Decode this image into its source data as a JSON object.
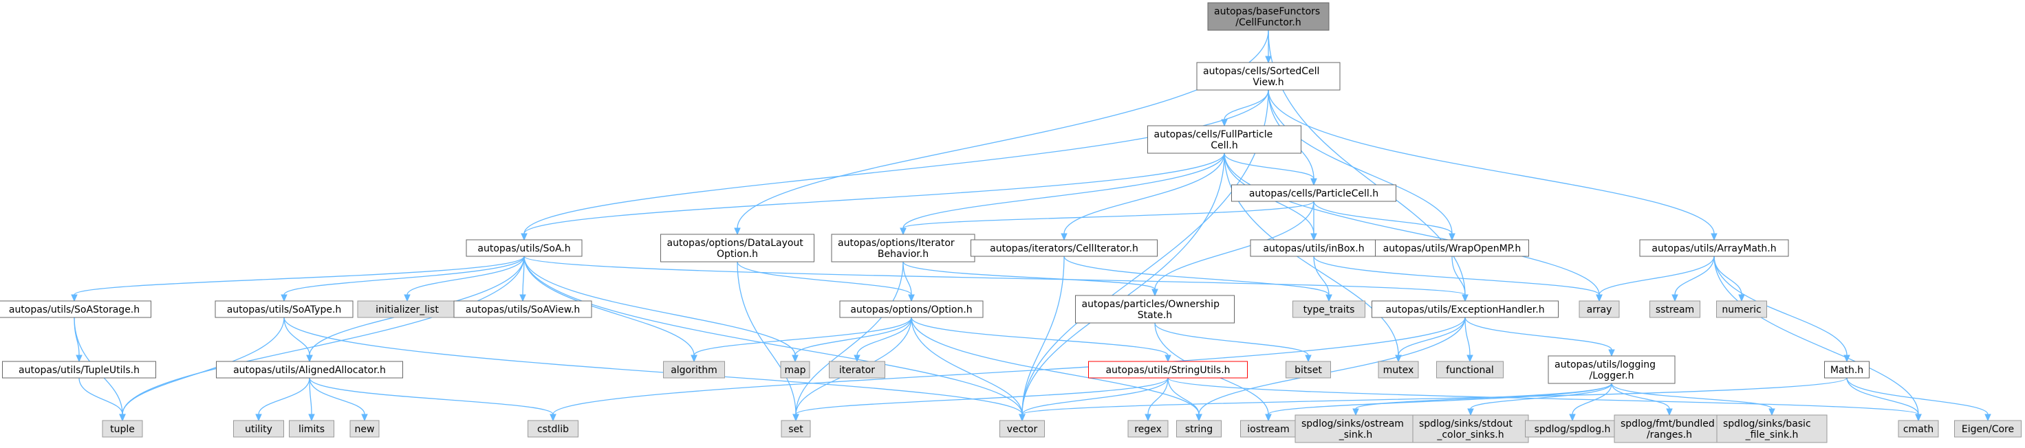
{
  "colors": {
    "edge": "#63b8ff",
    "focus_fill": "#999999",
    "focus_border": "#666666",
    "file_fill": "#ffffff",
    "file_border": "#666666",
    "system_fill": "#e0e0e0",
    "system_border": "#999999",
    "incomplete_border": "#ff0000"
  },
  "nodes": [
    {
      "id": "CellFunctor",
      "lines": [
        "autopas/baseFunctors",
        "/CellFunctor.h"
      ],
      "kind": "focus"
    },
    {
      "id": "SortedCellView",
      "lines": [
        "autopas/cells/SortedCell",
        "View.h"
      ],
      "kind": "file"
    },
    {
      "id": "FullParticleCell",
      "lines": [
        "autopas/cells/FullParticle",
        "Cell.h"
      ],
      "kind": "file"
    },
    {
      "id": "ParticleCell",
      "lines": [
        "autopas/cells/ParticleCell.h"
      ],
      "kind": "file"
    },
    {
      "id": "DataLayoutOption",
      "lines": [
        "autopas/options/DataLayout",
        "Option.h"
      ],
      "kind": "file"
    },
    {
      "id": "SoA",
      "lines": [
        "autopas/utils/SoA.h"
      ],
      "kind": "file"
    },
    {
      "id": "IteratorBehavior",
      "lines": [
        "autopas/options/Iterator",
        "Behavior.h"
      ],
      "kind": "file"
    },
    {
      "id": "CellIterator",
      "lines": [
        "autopas/iterators/CellIterator.h"
      ],
      "kind": "file"
    },
    {
      "id": "inBox",
      "lines": [
        "autopas/utils/inBox.h"
      ],
      "kind": "file"
    },
    {
      "id": "WrapOpenMP",
      "lines": [
        "autopas/utils/WrapOpenMP.h"
      ],
      "kind": "file"
    },
    {
      "id": "ArrayMath",
      "lines": [
        "autopas/utils/ArrayMath.h"
      ],
      "kind": "file"
    },
    {
      "id": "SoAStorage",
      "lines": [
        "autopas/utils/SoAStorage.h"
      ],
      "kind": "file"
    },
    {
      "id": "SoAType",
      "lines": [
        "autopas/utils/SoAType.h"
      ],
      "kind": "file"
    },
    {
      "id": "initializer_list",
      "lines": [
        "initializer_list"
      ],
      "kind": "system"
    },
    {
      "id": "SoAView",
      "lines": [
        "autopas/utils/SoAView.h"
      ],
      "kind": "file"
    },
    {
      "id": "Option",
      "lines": [
        "autopas/options/Option.h"
      ],
      "kind": "file"
    },
    {
      "id": "OwnershipState",
      "lines": [
        "autopas/particles/Ownership",
        "State.h"
      ],
      "kind": "file"
    },
    {
      "id": "type_traits",
      "lines": [
        "type_traits"
      ],
      "kind": "system"
    },
    {
      "id": "ExceptionHandler",
      "lines": [
        "autopas/utils/ExceptionHandler.h"
      ],
      "kind": "file"
    },
    {
      "id": "array",
      "lines": [
        "array"
      ],
      "kind": "system"
    },
    {
      "id": "sstream",
      "lines": [
        "sstream"
      ],
      "kind": "system"
    },
    {
      "id": "numeric",
      "lines": [
        "numeric"
      ],
      "kind": "system"
    },
    {
      "id": "TupleUtils",
      "lines": [
        "autopas/utils/TupleUtils.h"
      ],
      "kind": "file"
    },
    {
      "id": "AlignedAllocator",
      "lines": [
        "autopas/utils/AlignedAllocator.h"
      ],
      "kind": "file"
    },
    {
      "id": "algorithm",
      "lines": [
        "algorithm"
      ],
      "kind": "system"
    },
    {
      "id": "map",
      "lines": [
        "map"
      ],
      "kind": "system"
    },
    {
      "id": "iterator",
      "lines": [
        "iterator"
      ],
      "kind": "system"
    },
    {
      "id": "StringUtils",
      "lines": [
        "autopas/utils/StringUtils.h"
      ],
      "kind": "incomplete"
    },
    {
      "id": "bitset",
      "lines": [
        "bitset"
      ],
      "kind": "system"
    },
    {
      "id": "mutex",
      "lines": [
        "mutex"
      ],
      "kind": "system"
    },
    {
      "id": "functional",
      "lines": [
        "functional"
      ],
      "kind": "system"
    },
    {
      "id": "Logger",
      "lines": [
        "autopas/utils/logging",
        "/Logger.h"
      ],
      "kind": "file"
    },
    {
      "id": "MathH",
      "lines": [
        "Math.h"
      ],
      "kind": "file"
    },
    {
      "id": "tuple",
      "lines": [
        "tuple"
      ],
      "kind": "system"
    },
    {
      "id": "utility",
      "lines": [
        "utility"
      ],
      "kind": "system"
    },
    {
      "id": "limits",
      "lines": [
        "limits"
      ],
      "kind": "system"
    },
    {
      "id": "new",
      "lines": [
        "new"
      ],
      "kind": "system"
    },
    {
      "id": "cstdlib",
      "lines": [
        "cstdlib"
      ],
      "kind": "system"
    },
    {
      "id": "set",
      "lines": [
        "set"
      ],
      "kind": "system"
    },
    {
      "id": "vector",
      "lines": [
        "vector"
      ],
      "kind": "system"
    },
    {
      "id": "regex",
      "lines": [
        "regex"
      ],
      "kind": "system"
    },
    {
      "id": "string",
      "lines": [
        "string"
      ],
      "kind": "system"
    },
    {
      "id": "iostream",
      "lines": [
        "iostream"
      ],
      "kind": "system"
    },
    {
      "id": "ostream_sink",
      "lines": [
        "spdlog/sinks/ostream",
        "_sink.h"
      ],
      "kind": "system"
    },
    {
      "id": "stdout_color_sinks",
      "lines": [
        "spdlog/sinks/stdout",
        "_color_sinks.h"
      ],
      "kind": "system"
    },
    {
      "id": "spdlog",
      "lines": [
        "spdlog/spdlog.h"
      ],
      "kind": "system"
    },
    {
      "id": "ranges",
      "lines": [
        "spdlog/fmt/bundled",
        "/ranges.h"
      ],
      "kind": "system"
    },
    {
      "id": "basic_file_sink",
      "lines": [
        "spdlog/sinks/basic",
        "_file_sink.h"
      ],
      "kind": "system"
    },
    {
      "id": "cmath",
      "lines": [
        "cmath"
      ],
      "kind": "system"
    },
    {
      "id": "EigenCore",
      "lines": [
        "Eigen/Core"
      ],
      "kind": "system"
    }
  ],
  "edges": [
    [
      "CellFunctor",
      "SortedCellView"
    ],
    [
      "CellFunctor",
      "DataLayoutOption"
    ],
    [
      "CellFunctor",
      "ExceptionHandler"
    ],
    [
      "SortedCellView",
      "FullParticleCell"
    ],
    [
      "SortedCellView",
      "ParticleCell"
    ],
    [
      "SortedCellView",
      "SoA"
    ],
    [
      "SortedCellView",
      "WrapOpenMP"
    ],
    [
      "SortedCellView",
      "ArrayMath"
    ],
    [
      "SortedCellView",
      "vector"
    ],
    [
      "FullParticleCell",
      "ParticleCell"
    ],
    [
      "FullParticleCell",
      "SoA"
    ],
    [
      "FullParticleCell",
      "IteratorBehavior"
    ],
    [
      "FullParticleCell",
      "CellIterator"
    ],
    [
      "FullParticleCell",
      "inBox"
    ],
    [
      "FullParticleCell",
      "array"
    ],
    [
      "FullParticleCell",
      "mutex"
    ],
    [
      "FullParticleCell",
      "vector"
    ],
    [
      "ParticleCell",
      "IteratorBehavior"
    ],
    [
      "ParticleCell",
      "inBox"
    ],
    [
      "ParticleCell",
      "WrapOpenMP"
    ],
    [
      "ParticleCell",
      "OwnershipState"
    ],
    [
      "DataLayoutOption",
      "Option"
    ],
    [
      "DataLayoutOption",
      "set"
    ],
    [
      "SoA",
      "SoAStorage"
    ],
    [
      "SoA",
      "SoAType"
    ],
    [
      "SoA",
      "initializer_list"
    ],
    [
      "SoA",
      "SoAView"
    ],
    [
      "SoA",
      "AlignedAllocator"
    ],
    [
      "SoA",
      "ExceptionHandler"
    ],
    [
      "SoA",
      "algorithm"
    ],
    [
      "SoA",
      "map"
    ],
    [
      "SoA",
      "tuple"
    ],
    [
      "SoA",
      "vector"
    ],
    [
      "IteratorBehavior",
      "Option"
    ],
    [
      "IteratorBehavior",
      "OwnershipState"
    ],
    [
      "IteratorBehavior",
      "set"
    ],
    [
      "CellIterator",
      "type_traits"
    ],
    [
      "CellIterator",
      "vector"
    ],
    [
      "inBox",
      "type_traits"
    ],
    [
      "inBox",
      "array"
    ],
    [
      "WrapOpenMP",
      "ExceptionHandler"
    ],
    [
      "ArrayMath",
      "array"
    ],
    [
      "ArrayMath",
      "sstream"
    ],
    [
      "ArrayMath",
      "numeric"
    ],
    [
      "ArrayMath",
      "MathH"
    ],
    [
      "ArrayMath",
      "cmath"
    ],
    [
      "SoAStorage",
      "TupleUtils"
    ],
    [
      "SoAStorage",
      "tuple"
    ],
    [
      "SoAType",
      "AlignedAllocator"
    ],
    [
      "SoAType",
      "tuple"
    ],
    [
      "SoAType",
      "vector"
    ],
    [
      "Option",
      "algorithm"
    ],
    [
      "Option",
      "map"
    ],
    [
      "Option",
      "iterator"
    ],
    [
      "Option",
      "StringUtils"
    ],
    [
      "Option",
      "set"
    ],
    [
      "Option",
      "vector"
    ],
    [
      "Option",
      "string"
    ],
    [
      "OwnershipState",
      "bitset"
    ],
    [
      "OwnershipState",
      "iostream"
    ],
    [
      "ExceptionHandler",
      "mutex"
    ],
    [
      "ExceptionHandler",
      "functional"
    ],
    [
      "ExceptionHandler",
      "Logger"
    ],
    [
      "ExceptionHandler",
      "cstdlib"
    ],
    [
      "ExceptionHandler",
      "string"
    ],
    [
      "TupleUtils",
      "tuple"
    ],
    [
      "AlignedAllocator",
      "utility"
    ],
    [
      "AlignedAllocator",
      "limits"
    ],
    [
      "AlignedAllocator",
      "new"
    ],
    [
      "AlignedAllocator",
      "cstdlib"
    ],
    [
      "StringUtils",
      "regex"
    ],
    [
      "StringUtils",
      "string"
    ],
    [
      "StringUtils",
      "set"
    ],
    [
      "StringUtils",
      "vector"
    ],
    [
      "StringUtils",
      "cmath"
    ],
    [
      "Logger",
      "iostream"
    ],
    [
      "Logger",
      "ostream_sink"
    ],
    [
      "Logger",
      "stdout_color_sinks"
    ],
    [
      "Logger",
      "spdlog"
    ],
    [
      "Logger",
      "ranges"
    ],
    [
      "Logger",
      "basic_file_sink"
    ],
    [
      "MathH",
      "cmath"
    ],
    [
      "MathH",
      "EigenCore"
    ],
    [
      "MathH",
      "vector"
    ]
  ]
}
